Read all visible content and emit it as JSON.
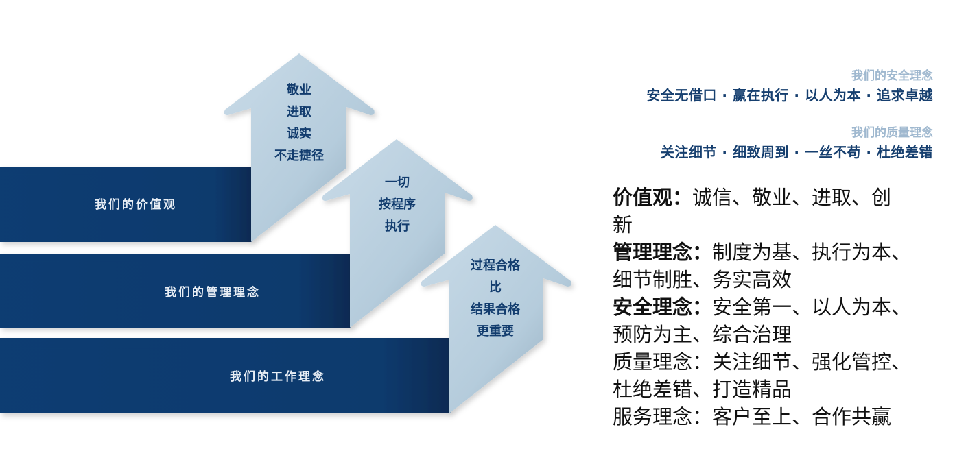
{
  "diagram": {
    "bands": [
      {
        "label": "我们的价值观"
      },
      {
        "label": "我们的管理理念"
      },
      {
        "label": "我们的工作理念"
      }
    ],
    "arrows": [
      {
        "lines": [
          "敬业",
          "进取",
          "诚实",
          "不走捷径"
        ]
      },
      {
        "lines": [
          "一切",
          "按程序",
          "执行"
        ]
      },
      {
        "lines": [
          "过程合格",
          "比",
          "结果合格",
          "更重要"
        ]
      }
    ],
    "colors": {
      "band": "#0e3a6e",
      "arrow": "#b8cfdf",
      "text": "#123c6e"
    }
  },
  "right": {
    "safety_tag": "我们的安全理念",
    "safety_slogan": "安全无借口 · 赢在执行 · 以人为本 · 追求卓越",
    "quality_tag": "我们的质量理念",
    "quality_slogan": "关注细节 · 细致周到 · 一丝不苟 · 杜绝差错"
  },
  "principles": [
    {
      "label": "价值观：",
      "line1": "诚信、敬业、进取、创",
      "line2": "新"
    },
    {
      "label": "管理理念：",
      "line1": "制度为基、执行为本、",
      "line2": "细节制胜、务实高效"
    },
    {
      "label": "安全理念：",
      "line1": "安全第一、以人为本、",
      "line2": "预防为主、综合治理"
    },
    {
      "label": "质量理念：",
      "line1": "关注细节、强化管控、",
      "line2": "杜绝差错、打造精品"
    },
    {
      "label": "服务理念：",
      "line1": "客户至上、合作共赢"
    }
  ]
}
